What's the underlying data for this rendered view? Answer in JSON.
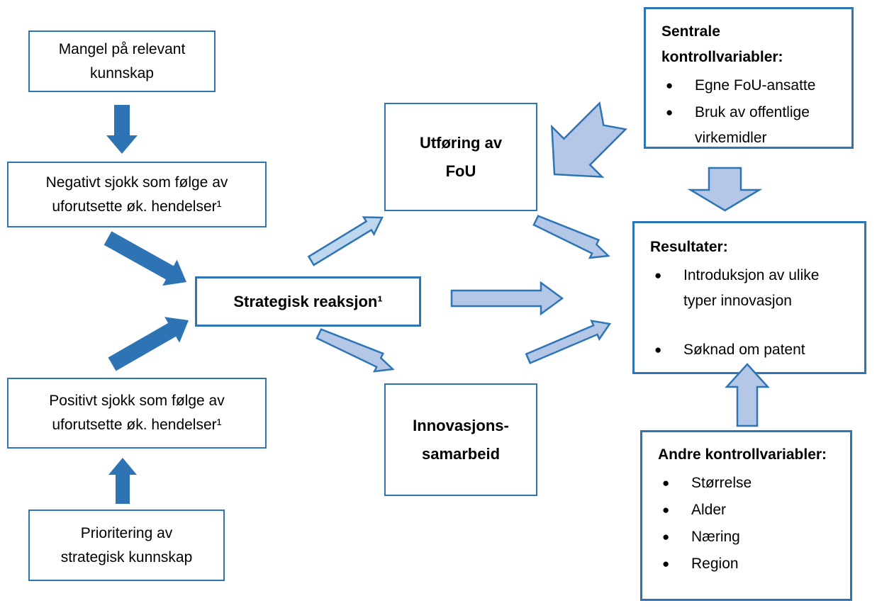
{
  "boxes": {
    "mangel": {
      "lines": [
        "Mangel på relevant",
        "kunnskap"
      ]
    },
    "negativt": {
      "lines": [
        "Negativt sjokk som følge av",
        "uforutsette øk. hendelser¹"
      ]
    },
    "strategisk": {
      "text": "Strategisk reaksjon¹"
    },
    "positivt": {
      "lines": [
        "Positivt sjokk som følge av",
        "uforutsette øk. hendelser¹"
      ]
    },
    "prioritering": {
      "lines": [
        "Prioritering av",
        "strategisk kunnskap"
      ]
    },
    "utforing": {
      "lines": [
        "Utføring av",
        "FoU"
      ]
    },
    "innovasjon": {
      "lines": [
        "Innovasjons-",
        "samarbeid"
      ]
    },
    "sentrale": {
      "title": "Sentrale kontrollvariabler:",
      "bullets": [
        "Egne FoU-ansatte",
        "Bruk av offentlige virkemidler"
      ]
    },
    "resultater": {
      "title": "Resultater:",
      "bullets": [
        "Introduksjon av ulike typer innovasjon",
        "Søknad om patent"
      ]
    },
    "andre": {
      "title": "Andre kontrollvariabler:",
      "bullets": [
        "Størrelse",
        "Alder",
        "Næring",
        "Region"
      ]
    }
  },
  "glyphs": {
    "bullet": "●"
  },
  "colors": {
    "box_border": "#2E75B6",
    "dark_arrow": "#2E74B5",
    "light_arrow_fill": "#B4C7E7",
    "light_arrow_fill_alt": "#BDD7EE",
    "arrow_stroke": "#2E75B6",
    "text": "#000000",
    "background": "#FFFFFF"
  }
}
